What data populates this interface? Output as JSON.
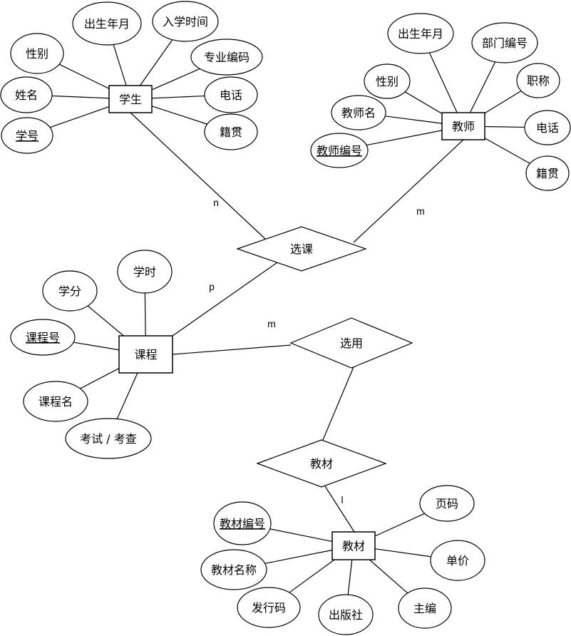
{
  "entities": [
    {
      "id": "student",
      "label": "学生",
      "attributes": [
        {
          "id": "s_birth",
          "label": "出生年月",
          "key": false
        },
        {
          "id": "s_enroll",
          "label": "入学时间",
          "key": false
        },
        {
          "id": "s_gender",
          "label": "性别",
          "key": false
        },
        {
          "id": "s_major",
          "label": "专业编码",
          "key": false
        },
        {
          "id": "s_name",
          "label": "姓名",
          "key": false
        },
        {
          "id": "s_phone",
          "label": "电话",
          "key": false
        },
        {
          "id": "s_id",
          "label": "学号",
          "key": true
        },
        {
          "id": "s_origin",
          "label": "籍贯",
          "key": false
        }
      ]
    },
    {
      "id": "teacher",
      "label": "教师",
      "attributes": [
        {
          "id": "t_birth",
          "label": "出生年月",
          "key": false
        },
        {
          "id": "t_dept",
          "label": "部门编号",
          "key": false
        },
        {
          "id": "t_gender",
          "label": "性别",
          "key": false
        },
        {
          "id": "t_title",
          "label": "职称",
          "key": false
        },
        {
          "id": "t_name",
          "label": "教师名",
          "key": false
        },
        {
          "id": "t_phone",
          "label": "电话",
          "key": false
        },
        {
          "id": "t_id",
          "label": "教师编号",
          "key": true
        },
        {
          "id": "t_origin",
          "label": "籍贯",
          "key": false
        }
      ]
    },
    {
      "id": "course",
      "label": "课程",
      "attributes": [
        {
          "id": "c_hours",
          "label": "学时",
          "key": false
        },
        {
          "id": "c_credit",
          "label": "学分",
          "key": false
        },
        {
          "id": "c_id",
          "label": "课程号",
          "key": true
        },
        {
          "id": "c_name",
          "label": "课程名",
          "key": false
        },
        {
          "id": "c_exam",
          "label": "考试 / 考查",
          "key": false
        }
      ]
    },
    {
      "id": "textbook",
      "label": "教材",
      "attributes": [
        {
          "id": "b_pages",
          "label": "页码",
          "key": false
        },
        {
          "id": "b_id",
          "label": "教材编号",
          "key": true
        },
        {
          "id": "b_price",
          "label": "单价",
          "key": false
        },
        {
          "id": "b_name",
          "label": "教材名称",
          "key": false
        },
        {
          "id": "b_issue",
          "label": "发行码",
          "key": false
        },
        {
          "id": "b_publisher",
          "label": "出版社",
          "key": false
        },
        {
          "id": "b_editor",
          "label": "主编",
          "key": false
        }
      ]
    }
  ],
  "relationships": [
    {
      "id": "select_course",
      "label": "选课"
    },
    {
      "id": "use",
      "label": "选用"
    },
    {
      "id": "textbook_rel",
      "label": "教材"
    }
  ],
  "cardinalities": [
    {
      "id": "card_n",
      "label": "n"
    },
    {
      "id": "card_m1",
      "label": "m"
    },
    {
      "id": "card_p",
      "label": "p"
    },
    {
      "id": "card_m2",
      "label": "m"
    },
    {
      "id": "card_l",
      "label": "l"
    }
  ]
}
